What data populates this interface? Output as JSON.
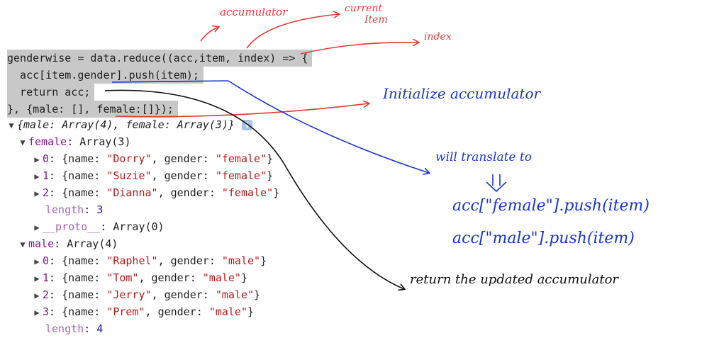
{
  "code": {
    "line1": "genderwise = data.reduce((acc,item, index) => {",
    "line2": "  acc[item.gender].push(item);",
    "line3": "  return acc;",
    "line4": "}, {male: [], female:[]});"
  },
  "console": {
    "summary": "{male: Array(4), female: Array(3)}",
    "info_icon": "i",
    "female_key": "female",
    "female_val": "Array(3)",
    "female_items": [
      {
        "idx": "0",
        "name": "\"Dorry\"",
        "gender": "\"female\""
      },
      {
        "idx": "1",
        "name": "\"Suzie\"",
        "gender": "\"female\""
      },
      {
        "idx": "2",
        "name": "\"Dianna\"",
        "gender": "\"female\""
      }
    ],
    "female_length": "3",
    "proto_key": "__proto__",
    "proto_val": "Array(0)",
    "male_key": "male",
    "male_val": "Array(4)",
    "male_items": [
      {
        "idx": "0",
        "name": "\"Raphel\"",
        "gender": "\"male\""
      },
      {
        "idx": "1",
        "name": "\"Tom\"",
        "gender": "\"male\""
      },
      {
        "idx": "2",
        "name": "\"Jerry\"",
        "gender": "\"male\""
      },
      {
        "idx": "3",
        "name": "\"Prem\"",
        "gender": "\"male\""
      }
    ],
    "male_length": "4",
    "length_key": "length",
    "name_key": "name",
    "gender_key": "gender"
  },
  "annotations": {
    "accumulator": "accumulator",
    "current": "current",
    "item": "Item",
    "index": "index",
    "initialize": "Initialize accumulator",
    "translate": "will translate to",
    "female_push": "acc[\"female\"].push(item)",
    "male_push": "acc[\"male\"].push(item)",
    "return_note": "return the updated accumulator"
  },
  "colors": {
    "red_ink": "#e53935",
    "blue_ink": "#1a33d6",
    "black_ink": "#111111",
    "code_highlight": "#c8c8c8"
  }
}
